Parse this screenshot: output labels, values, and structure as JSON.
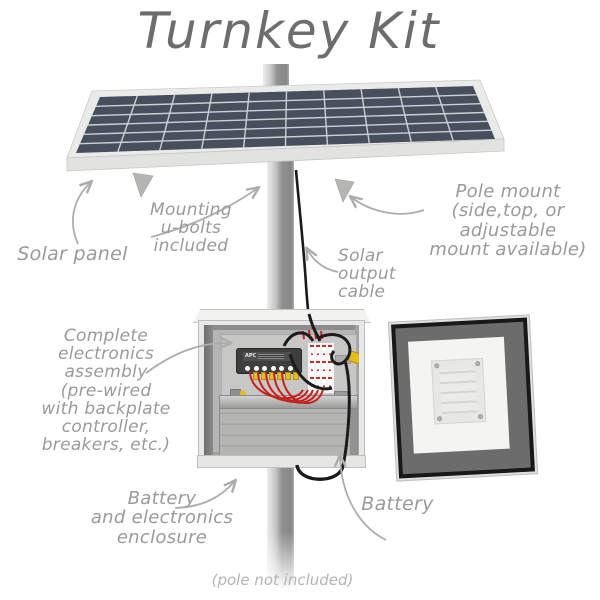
{
  "title": "Turnkey Kit",
  "footnote": "(pole not included)",
  "labels": {
    "solar_panel": "Solar panel",
    "mounting": "Mounting\nu-bolts\nincluded",
    "pole_mount": "Pole mount\n(side,top, or\nadjustable\nmount available)",
    "solar_output_cable": "Solar\noutput\ncable",
    "electronics": "Complete\nelectronics\nassembly\n(pre-wired\nwith backplate\ncontroller,\nbreakers, etc.)",
    "enclosure": "Battery\nand electronics\nenclosure",
    "battery": "Battery"
  },
  "controller_label": "APC",
  "colors": {
    "panel_cell": "#474e5c",
    "panel_grid": "#ccd0d6",
    "panel_frame": "#eaeae8",
    "pole_gray": "#919191",
    "wire_red": "#c4211e",
    "wire_black": "#1b1b1b",
    "connector_yellow": "#e2bd1b",
    "arrow_gray": "#adadad",
    "label_gray": "#9a9a9a",
    "title_gray": "#6d6d6d"
  }
}
